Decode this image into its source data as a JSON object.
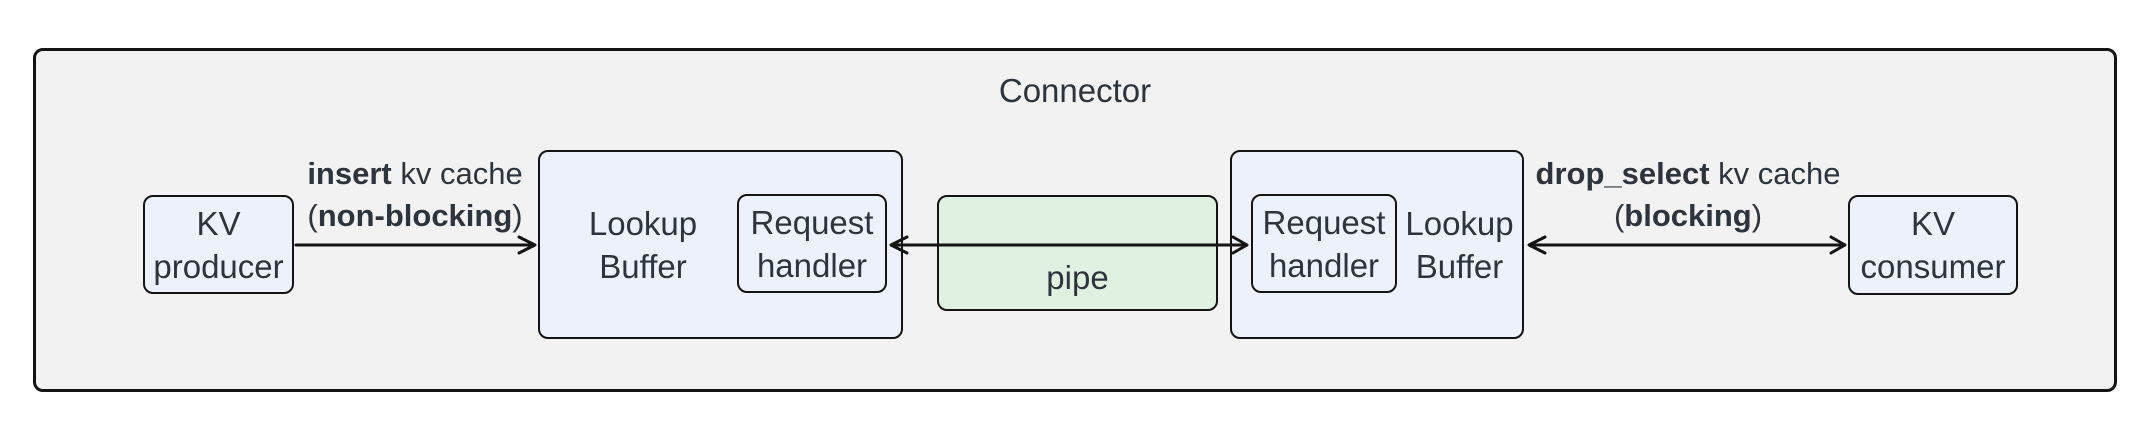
{
  "title": "Connector",
  "colors": {
    "canvas_bg": "#ffffff",
    "container_fill": "#f2f2f2",
    "node_fill": "#edf1fb",
    "pipe_fill": "#e0f1e2",
    "border": "#141414",
    "text": "#2e343b"
  },
  "nodes": {
    "kv_producer": {
      "line1": "KV",
      "line2": "producer"
    },
    "lookup_buffer_left": {
      "line1": "Lookup",
      "line2": "Buffer"
    },
    "request_handler_left": {
      "line1": "Request",
      "line2": "handler"
    },
    "pipe": {
      "label": "pipe"
    },
    "request_handler_right": {
      "line1": "Request",
      "line2": "handler"
    },
    "lookup_buffer_right": {
      "line1": "Lookup",
      "line2": "Buffer"
    },
    "kv_consumer": {
      "line1": "KV",
      "line2": "consumer"
    }
  },
  "edges": {
    "insert": {
      "line1_bold": "insert",
      "line1_rest": " kv cache",
      "line2_pre": "(",
      "line2_bold": "non-blocking",
      "line2_post": ")"
    },
    "drop_select": {
      "line1_bold": "drop_select",
      "line1_rest": " kv cache",
      "line2_pre": "(",
      "line2_bold": "blocking",
      "line2_post": ")"
    }
  }
}
